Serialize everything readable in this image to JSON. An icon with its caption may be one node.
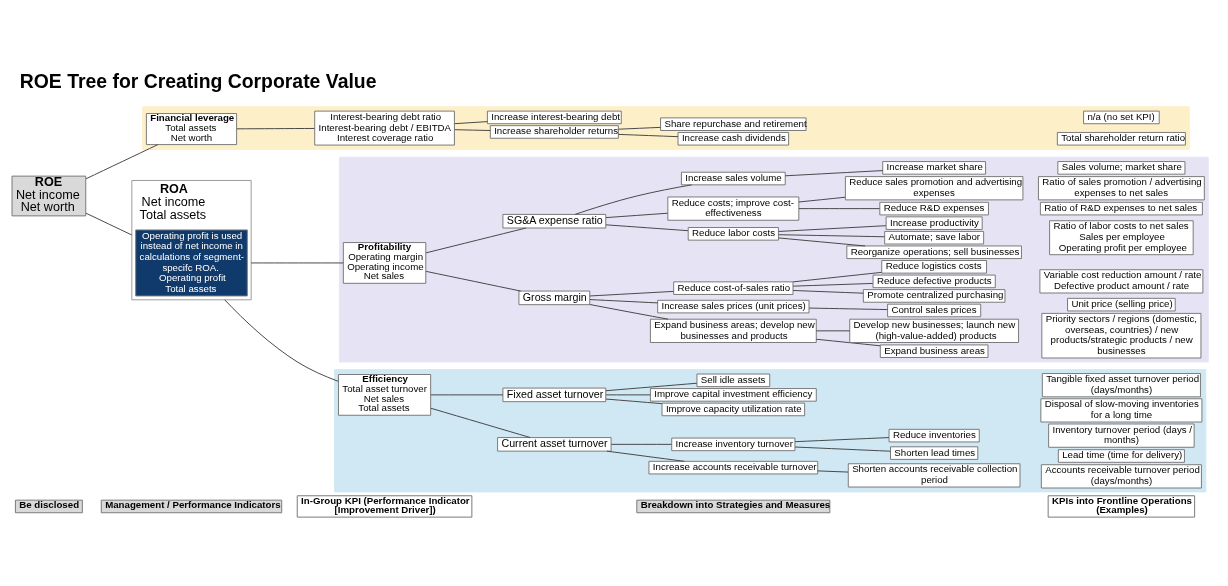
{
  "diagram": {
    "title": "ROE Tree for Creating Corporate Value",
    "nodes": [
      {
        "text": [
          "Management / Performance Indicators"
        ]
      },
      {
        "text": [
          "Be disclosed"
        ]
      },
      {
        "text": [
          "In-Group KPI (Performance Indicator [Improvement Driver])"
        ]
      },
      {
        "text": [
          "Breakdown into Strategies and Measures"
        ]
      },
      {
        "text": [
          "KPIs into Frontline Operations (Examples)"
        ]
      },
      {
        "text": [
          "ROE",
          "Net income",
          "Net worth"
        ]
      },
      {
        "text": [
          "ROA",
          "Net income",
          "Total assets"
        ]
      },
      {
        "text": [
          "Operating profit is used instead of net income in calculations of segment-specifc ROA.",
          "Operating profit",
          "Total assets"
        ],
        "in": 6
      },
      {
        "text": [],
        "shape": "band"
      },
      {
        "text": [
          "Profitability",
          "Operating margin",
          "Operating income",
          "Net sales"
        ],
        "in": 8
      },
      {
        "text": [
          "Gross margin"
        ],
        "in": 8
      },
      {
        "text": [
          "SG&A expense ratio"
        ],
        "in": 8
      },
      {
        "text": [
          "Expand business areas; develop new businesses and products"
        ],
        "in": 8
      },
      {
        "text": [
          "Increase sales prices (unit prices)"
        ],
        "in": 8
      },
      {
        "text": [
          "Reduce cost-of-sales ratio"
        ],
        "in": 8
      },
      {
        "text": [
          "Reduce labor costs"
        ],
        "in": 8
      },
      {
        "text": [
          "Reduce costs; improve cost-effectiveness"
        ],
        "in": 8
      },
      {
        "text": [
          "Increase sales volume"
        ],
        "in": 8
      },
      {
        "text": [
          "Expand business areas"
        ],
        "in": 8
      },
      {
        "text": [
          "Develop new businesses; launch new (high-value-added) products"
        ],
        "in": 8
      },
      {
        "text": [
          "Control sales prices"
        ],
        "in": 8
      },
      {
        "text": [
          "Promote centralized purchasing"
        ],
        "in": 8
      },
      {
        "text": [
          "Reduce defective products"
        ],
        "in": 8
      },
      {
        "text": [
          "Reduce logistics costs"
        ],
        "in": 8
      },
      {
        "text": [
          "Reorganize operations; sell businesses"
        ],
        "in": 8
      },
      {
        "text": [
          "Automate; save labor"
        ],
        "in": 8
      },
      {
        "text": [
          "Increase productivity"
        ],
        "in": 8
      },
      {
        "text": [
          "Reduce R&D expenses"
        ],
        "in": 8
      },
      {
        "text": [
          "Reduce sales promotion and advertising expenses"
        ],
        "in": 8
      },
      {
        "text": [
          "Increase market share"
        ],
        "in": 8
      },
      {
        "text": [
          "Priority sectors / regions (domestic, overseas, countries) / new products/strategic products / new businesses"
        ],
        "in": 8
      },
      {
        "text": [
          "Unit price (selling price)"
        ],
        "in": 8
      },
      {
        "text": [
          "Variable cost reduction amount / rate",
          "Defective product amount / rate"
        ],
        "in": 8
      },
      {
        "text": [
          "Ratio of labor costs to net sales",
          "Sales per employee",
          "Operating profit per employee"
        ],
        "in": 8
      },
      {
        "text": [
          "Ratio of R&D expenses to net sales"
        ],
        "in": 8
      },
      {
        "text": [
          "Ratio of sales promotion / advertising expenses to net sales"
        ],
        "in": 8
      },
      {
        "text": [
          "Sales volume; market share"
        ],
        "in": 8
      },
      {
        "text": [],
        "shape": "band"
      },
      {
        "text": [
          "Efficiency",
          "Total asset turnover",
          "Net sales",
          "Total assets"
        ],
        "in": 37
      },
      {
        "text": [
          "Current asset turnover"
        ],
        "in": 37
      },
      {
        "text": [
          "Fixed asset turnover"
        ],
        "in": 37
      },
      {
        "text": [
          "Increase accounts receivable turnover"
        ],
        "in": 37
      },
      {
        "text": [
          "Increase inventory turnover"
        ],
        "in": 37
      },
      {
        "text": [
          "Shorten accounts receivable collection period"
        ],
        "in": 37
      },
      {
        "text": [
          "Shorten lead times"
        ],
        "in": 37
      },
      {
        "text": [
          "Reduce inventories"
        ],
        "in": 37
      },
      {
        "text": [
          "Improve capacity utilization rate"
        ],
        "in": 37
      },
      {
        "text": [
          "Improve capital investment efficiency"
        ],
        "in": 37
      },
      {
        "text": [
          "Sell idle assets"
        ],
        "in": 37
      },
      {
        "text": [
          "Accounts receivable turnover period (days/months)"
        ],
        "in": 37
      },
      {
        "text": [
          "Lead time (time for delivery)"
        ],
        "in": 37
      },
      {
        "text": [
          "Inventory turnover period (days / months)"
        ],
        "in": 37
      },
      {
        "text": [
          "Disposal of slow-moving inventories for a long time"
        ],
        "in": 37
      },
      {
        "text": [
          "Tangible fixed asset turnover period (days/months)"
        ],
        "in": 37
      },
      {
        "text": [],
        "shape": "band"
      },
      {
        "text": [
          "Financial leverage",
          "Total assets",
          "Net worth"
        ],
        "in": 54
      },
      {
        "text": [
          "Interest-bearing debt ratio",
          "Interest-bearing debt / EBITDA",
          "Interest coverage ratio"
        ],
        "in": 54
      },
      {
        "text": [
          "Increase shareholder returns"
        ],
        "in": 54
      },
      {
        "text": [
          "Increase cash dividends"
        ],
        "in": 54
      },
      {
        "text": [
          "Share repurchase and retirement"
        ],
        "in": 54
      },
      {
        "text": [
          "Increase interest-bearing debt"
        ],
        "in": 54
      },
      {
        "text": [
          "Total shareholder return ratio"
        ],
        "in": 54
      },
      {
        "text": [
          "n/a (no set KPI)"
        ],
        "in": 54
      }
    ],
    "edges": [
      {
        "from": 5,
        "to": 6,
        "arrow": "none"
      },
      {
        "from": 5,
        "to": 55,
        "arrow": "none"
      },
      {
        "from": 6,
        "to": 9,
        "arrow": "none"
      },
      {
        "from": 6,
        "to": 38,
        "arrow": "none"
      },
      {
        "from": 9,
        "to": 10,
        "arrow": "none"
      },
      {
        "from": 9,
        "to": 11,
        "arrow": "none"
      },
      {
        "from": 10,
        "to": 12,
        "arrow": "none"
      },
      {
        "from": 10,
        "to": 13,
        "arrow": "none"
      },
      {
        "from": 10,
        "to": 14,
        "arrow": "none"
      },
      {
        "from": 11,
        "to": 15,
        "arrow": "none"
      },
      {
        "from": 11,
        "to": 16,
        "arrow": "none"
      },
      {
        "from": 11,
        "to": 17,
        "arrow": "none"
      },
      {
        "from": 12,
        "to": 18,
        "arrow": "none"
      },
      {
        "from": 12,
        "to": 19,
        "arrow": "none"
      },
      {
        "from": 13,
        "to": 20,
        "arrow": "none"
      },
      {
        "from": 14,
        "to": 21,
        "arrow": "none"
      },
      {
        "from": 14,
        "to": 22,
        "arrow": "none"
      },
      {
        "from": 14,
        "to": 23,
        "arrow": "none"
      },
      {
        "from": 15,
        "to": 24,
        "arrow": "none"
      },
      {
        "from": 15,
        "to": 25,
        "arrow": "none"
      },
      {
        "from": 15,
        "to": 26,
        "arrow": "none"
      },
      {
        "from": 16,
        "to": 27,
        "arrow": "none"
      },
      {
        "from": 16,
        "to": 28,
        "arrow": "none"
      },
      {
        "from": 17,
        "to": 29,
        "arrow": "none"
      },
      {
        "from": 38,
        "to": 39,
        "arrow": "none"
      },
      {
        "from": 38,
        "to": 40,
        "arrow": "none"
      },
      {
        "from": 39,
        "to": 41,
        "arrow": "none"
      },
      {
        "from": 39,
        "to": 42,
        "arrow": "none"
      },
      {
        "from": 41,
        "to": 43,
        "arrow": "none"
      },
      {
        "from": 42,
        "to": 44,
        "arrow": "none"
      },
      {
        "from": 42,
        "to": 45,
        "arrow": "none"
      },
      {
        "from": 40,
        "to": 46,
        "arrow": "none"
      },
      {
        "from": 40,
        "to": 47,
        "arrow": "none"
      },
      {
        "from": 40,
        "to": 48,
        "arrow": "none"
      },
      {
        "from": 55,
        "to": 56,
        "arrow": "none"
      },
      {
        "from": 56,
        "to": 57,
        "arrow": "none"
      },
      {
        "from": 56,
        "to": 60,
        "arrow": "none"
      },
      {
        "from": 57,
        "to": 58,
        "arrow": "none"
      },
      {
        "from": 57,
        "to": 59,
        "arrow": "none"
      }
    ]
  }
}
